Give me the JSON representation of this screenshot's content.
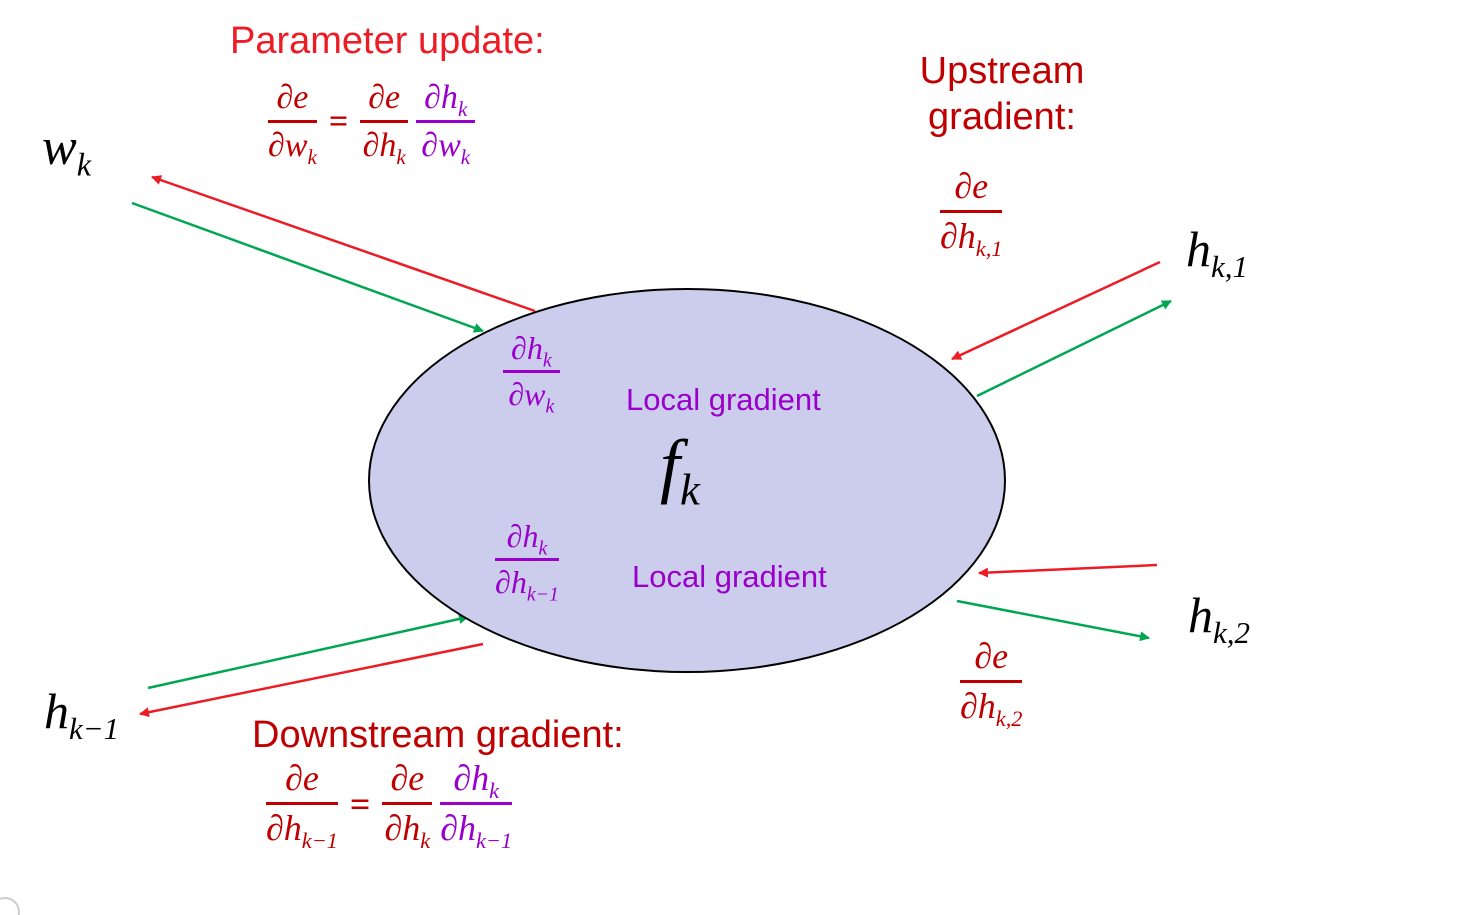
{
  "colors": {
    "red": "#ed1c24",
    "dark_red": "#c00000",
    "green": "#00a651",
    "purple": "#9900cc",
    "node_fill": "#ccccec",
    "node_border": "#000000",
    "text": "#000000",
    "bg": "#ffffff"
  },
  "titles": {
    "parameter_update": "Parameter update:",
    "upstream": "Upstream\ngradient:",
    "downstream": "Downstream gradient:"
  },
  "labels": {
    "w_k": {
      "base": "w",
      "sub": "k"
    },
    "h_k1": {
      "base": "h",
      "sub": "k,1"
    },
    "h_k2": {
      "base": "h",
      "sub": "k,2"
    },
    "h_km1": {
      "base": "h",
      "sub": "k−1"
    },
    "f_k": {
      "base": "f",
      "sub": "k"
    }
  },
  "node": {
    "local_top": {
      "num": {
        "base": "∂h",
        "sub": "k"
      },
      "den": {
        "base": "∂w",
        "sub": "k"
      },
      "label": "Local gradient"
    },
    "local_bottom": {
      "num": {
        "base": "∂h",
        "sub": "k"
      },
      "den": {
        "base": "∂h",
        "sub": "k−1"
      },
      "label": "Local gradient"
    }
  },
  "equations": {
    "parameter": {
      "lhs": {
        "num": {
          "base": "∂e",
          "sub": ""
        },
        "den": {
          "base": "∂w",
          "sub": "k"
        }
      },
      "equals": "=",
      "rhs1": {
        "num": {
          "base": "∂e",
          "sub": ""
        },
        "den": {
          "base": "∂h",
          "sub": "k"
        }
      },
      "rhs2": {
        "num": {
          "base": "∂h",
          "sub": "k"
        },
        "den": {
          "base": "∂w",
          "sub": "k"
        }
      }
    },
    "upstream_frac": {
      "num": {
        "base": "∂e",
        "sub": ""
      },
      "den": {
        "base": "∂h",
        "sub": "k,1"
      }
    },
    "h_k2_frac": {
      "num": {
        "base": "∂e",
        "sub": ""
      },
      "den": {
        "base": "∂h",
        "sub": "k,2"
      }
    },
    "downstream": {
      "lhs": {
        "num": {
          "base": "∂e",
          "sub": ""
        },
        "den": {
          "base": "∂h",
          "sub": "k−1"
        }
      },
      "equals": "=",
      "rhs1": {
        "num": {
          "base": "∂e",
          "sub": ""
        },
        "den": {
          "base": "∂h",
          "sub": "k"
        }
      },
      "rhs2": {
        "num": {
          "base": "∂h",
          "sub": "k"
        },
        "den": {
          "base": "∂h",
          "sub": "k−1"
        }
      }
    }
  }
}
